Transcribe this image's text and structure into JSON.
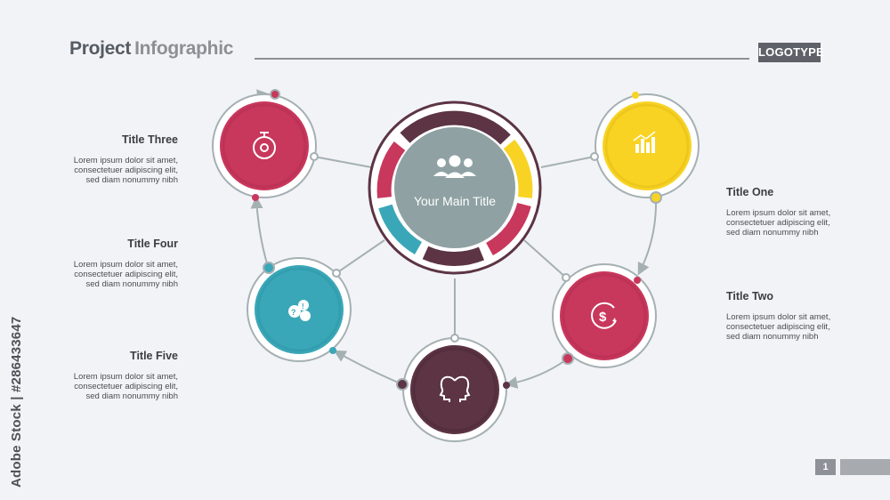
{
  "header": {
    "title_part1": "Project",
    "title_part2": "Infographic",
    "logotype": "LOGOTYPE"
  },
  "center": {
    "title": "Your Main Title"
  },
  "nodes": [
    {
      "title": "Title One",
      "body": [
        "Lorem ipsum dolor sit amet,",
        "consectetuer adipiscing elit,",
        "sed diam nonummy nibh"
      ],
      "icon": "chart-icon",
      "color": "#f8d324"
    },
    {
      "title": "Title Two",
      "body": [
        "Lorem ipsum dolor sit amet,",
        "consectetuer adipiscing elit,",
        "sed diam nonummy nibh"
      ],
      "icon": "dollar-cycle-icon",
      "color": "#c8375c"
    },
    {
      "title": "Title Three",
      "body": [
        "Lorem ipsum dolor sit amet,",
        "consectetuer adipiscing elit,",
        "sed diam nonummy nibh"
      ],
      "icon": "stopwatch-icon",
      "color": "#c8375c"
    },
    {
      "title": "Title Four",
      "body": [
        "Lorem ipsum dolor sit amet,",
        "consectetuer adipiscing elit,",
        "sed diam nonummy nibh"
      ],
      "icon": "chat-bubbles-icon",
      "color": "#3aa7b8"
    },
    {
      "title": "Title Five",
      "body": [
        "Lorem ipsum dolor sit amet,",
        "consectetuer adipiscing elit,",
        "sed diam nonummy nibh"
      ],
      "icon": "two-heads-icon",
      "color": "#5c3444"
    }
  ],
  "footer": {
    "page": "1"
  },
  "watermark": "Adobe Stock | #286433647",
  "colors": {
    "yellow": "#f8d324",
    "crimson": "#c8375c",
    "teal": "#3aa7b8",
    "plum": "#5c3444",
    "slate": "#8fa1a3"
  }
}
